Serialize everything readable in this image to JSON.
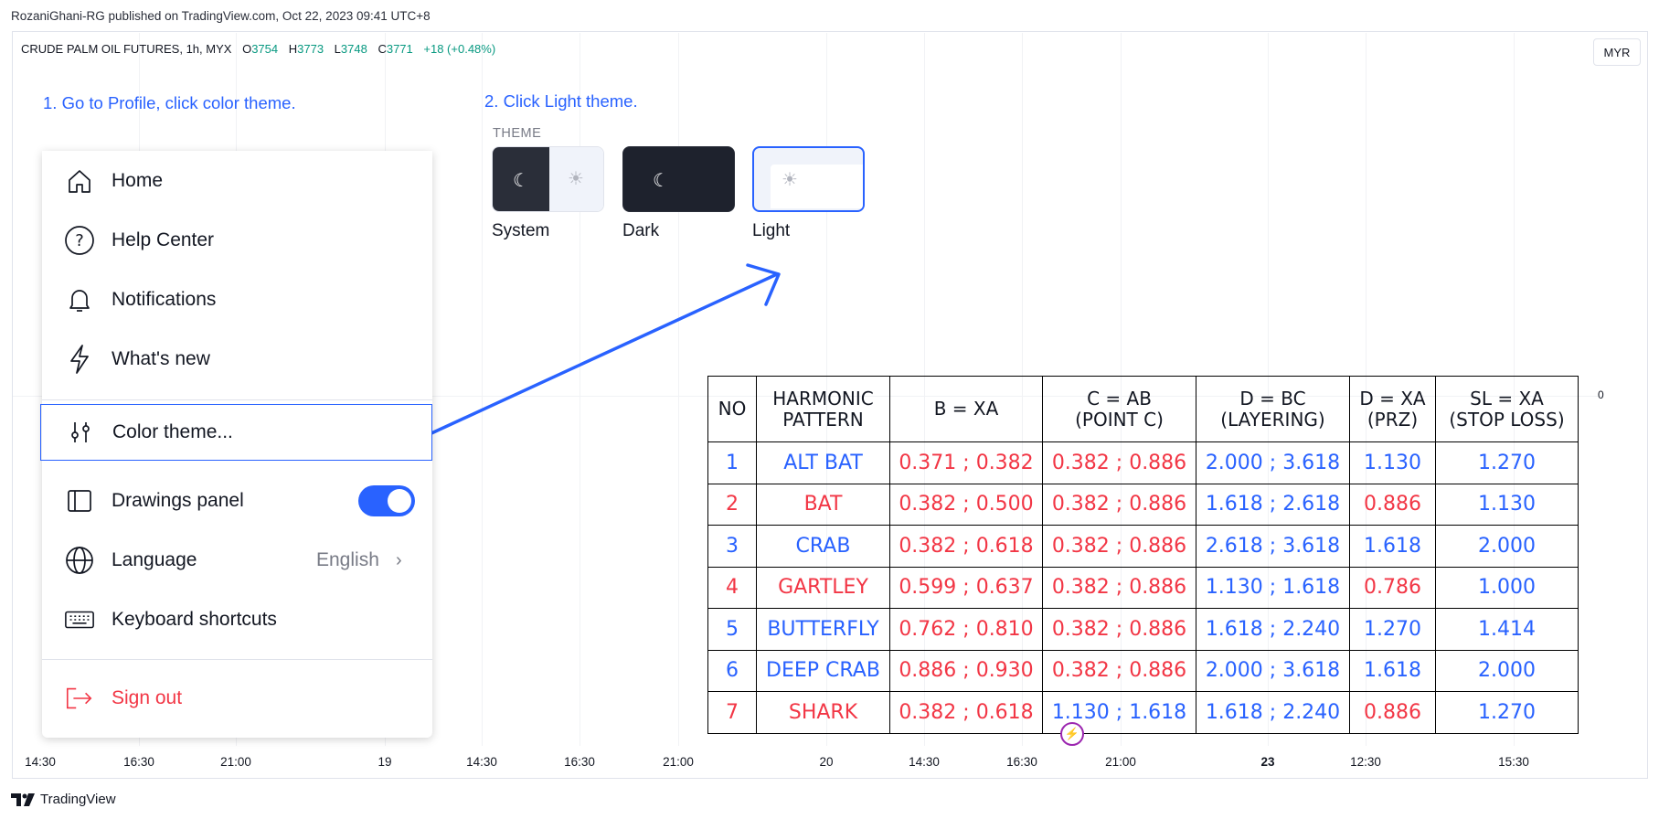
{
  "credit": "RozaniGhani-RG published on TradingView.com, Oct 22, 2023 09:41 UTC+8",
  "symbol": {
    "name": "CRUDE PALM OIL FUTURES, 1h, MYX",
    "open_label": "O",
    "open": "3754",
    "high_label": "H",
    "high": "3773",
    "low_label": "L",
    "low": "3748",
    "close_label": "C",
    "close": "3771",
    "change": "+18 (+0.48%)"
  },
  "currency": "MYR",
  "price_axis_value": "0",
  "steps": {
    "step1": "1. Go to Profile, click color theme.",
    "step2": "2. Click Light theme."
  },
  "theme_picker": {
    "label": "THEME",
    "options": [
      "System",
      "Dark",
      "Light"
    ],
    "selected": "Light"
  },
  "menu": {
    "items": [
      {
        "label": "Home",
        "icon": "home-icon"
      },
      {
        "label": "Help Center",
        "icon": "help-icon"
      },
      {
        "label": "Notifications",
        "icon": "bell-icon"
      },
      {
        "label": "What's new",
        "icon": "lightning-icon"
      },
      {
        "label": "Color theme...",
        "icon": "sliders-icon"
      },
      {
        "label": "Drawings panel",
        "icon": "panel-icon"
      },
      {
        "label": "Language",
        "icon": "globe-icon",
        "value": "English"
      },
      {
        "label": "Keyboard shortcuts",
        "icon": "keyboard-icon"
      },
      {
        "label": "Sign out",
        "icon": "sign-out-icon"
      }
    ],
    "drawings_panel_on": true
  },
  "table": {
    "headers": [
      {
        "l1": "NO",
        "l2": ""
      },
      {
        "l1": "HARMONIC",
        "l2": "PATTERN"
      },
      {
        "l1": "B = XA",
        "l2": ""
      },
      {
        "l1": "C = AB",
        "l2": "(POINT C)"
      },
      {
        "l1": "D = BC",
        "l2": "(LAYERING)"
      },
      {
        "l1": "D = XA",
        "l2": "(PRZ)"
      },
      {
        "l1": "SL = XA",
        "l2": "(STOP LOSS)"
      }
    ],
    "rows": [
      [
        "1",
        "ALT BAT",
        "0.371 ; 0.382",
        "0.382 ; 0.886",
        "2.000 ; 3.618",
        "1.130",
        "1.270"
      ],
      [
        "2",
        "BAT",
        "0.382 ; 0.500",
        "0.382 ; 0.886",
        "1.618 ; 2.618",
        "0.886",
        "1.130"
      ],
      [
        "3",
        "CRAB",
        "0.382 ; 0.618",
        "0.382 ; 0.886",
        "2.618 ; 3.618",
        "1.618",
        "2.000"
      ],
      [
        "4",
        "GARTLEY",
        "0.599 ; 0.637",
        "0.382 ; 0.886",
        "1.130 ; 1.618",
        "0.786",
        "1.000"
      ],
      [
        "5",
        "BUTTERFLY",
        "0.762 ; 0.810",
        "0.382 ; 0.886",
        "1.618 ; 2.240",
        "1.270",
        "1.414"
      ],
      [
        "6",
        "DEEP CRAB",
        "0.886 ; 0.930",
        "0.382 ; 0.886",
        "2.000 ; 3.618",
        "1.618",
        "2.000"
      ],
      [
        "7",
        "SHARK",
        "0.382 ; 0.618",
        "1.130 ; 1.618",
        "1.618 ; 2.240",
        "0.886",
        "1.270"
      ]
    ],
    "colors": [
      [
        "blue",
        "blue",
        "red",
        "red",
        "blue",
        "blue",
        "blue"
      ],
      [
        "red",
        "red",
        "red",
        "red",
        "blue",
        "red",
        "blue"
      ],
      [
        "blue",
        "blue",
        "red",
        "red",
        "blue",
        "blue",
        "blue"
      ],
      [
        "red",
        "red",
        "red",
        "red",
        "blue",
        "red",
        "blue"
      ],
      [
        "blue",
        "blue",
        "red",
        "red",
        "blue",
        "blue",
        "blue"
      ],
      [
        "blue",
        "blue",
        "red",
        "red",
        "blue",
        "blue",
        "blue"
      ],
      [
        "red",
        "red",
        "red",
        "blue",
        "blue",
        "red",
        "blue"
      ]
    ]
  },
  "time_axis": [
    "14:30",
    "16:30",
    "21:00",
    "19",
    "14:30",
    "16:30",
    "21:00",
    "20",
    "14:30",
    "16:30",
    "21:00",
    "23",
    "12:30",
    "15:30"
  ],
  "brand": "TradingView",
  "colors": {
    "accent": "#2962ff",
    "red": "#f23645",
    "green": "#089981"
  }
}
